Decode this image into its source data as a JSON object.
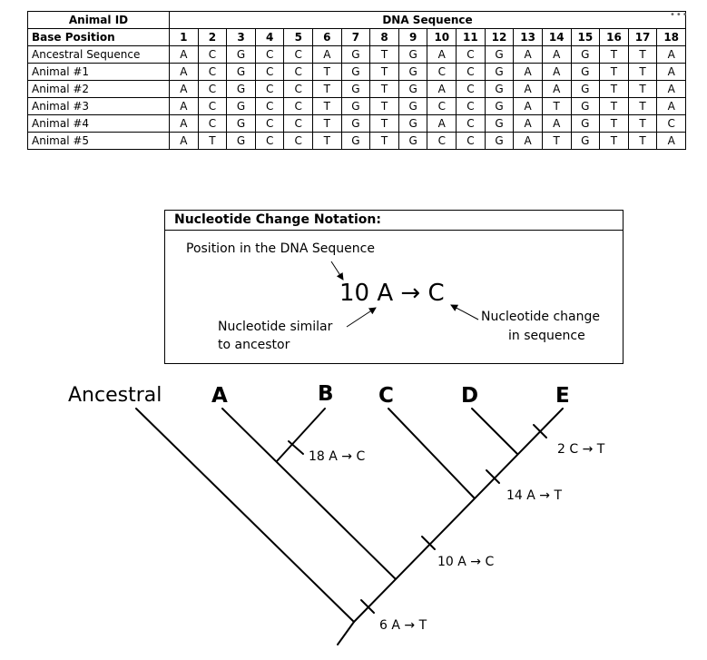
{
  "table": {
    "header": {
      "id_label": "Animal ID",
      "seq_label": "DNA Sequence"
    },
    "position_label": "Base Position",
    "positions": [
      "1",
      "2",
      "3",
      "4",
      "5",
      "6",
      "7",
      "8",
      "9",
      "10",
      "11",
      "12",
      "13",
      "14",
      "15",
      "16",
      "17",
      "18"
    ],
    "rows": [
      {
        "label": "Ancestral Sequence",
        "bases": [
          "A",
          "C",
          "G",
          "C",
          "C",
          "A",
          "G",
          "T",
          "G",
          "A",
          "C",
          "G",
          "A",
          "A",
          "G",
          "T",
          "T",
          "A"
        ]
      },
      {
        "label": "Animal #1",
        "bases": [
          "A",
          "C",
          "G",
          "C",
          "C",
          "T",
          "G",
          "T",
          "G",
          "C",
          "C",
          "G",
          "A",
          "A",
          "G",
          "T",
          "T",
          "A"
        ]
      },
      {
        "label": "Animal #2",
        "bases": [
          "A",
          "C",
          "G",
          "C",
          "C",
          "T",
          "G",
          "T",
          "G",
          "A",
          "C",
          "G",
          "A",
          "A",
          "G",
          "T",
          "T",
          "A"
        ]
      },
      {
        "label": "Animal #3",
        "bases": [
          "A",
          "C",
          "G",
          "C",
          "C",
          "T",
          "G",
          "T",
          "G",
          "C",
          "C",
          "G",
          "A",
          "T",
          "G",
          "T",
          "T",
          "A"
        ]
      },
      {
        "label": "Animal #4",
        "bases": [
          "A",
          "C",
          "G",
          "C",
          "C",
          "T",
          "G",
          "T",
          "G",
          "A",
          "C",
          "G",
          "A",
          "A",
          "G",
          "T",
          "T",
          "C"
        ]
      },
      {
        "label": "Animal #5",
        "bases": [
          "A",
          "T",
          "G",
          "C",
          "C",
          "T",
          "G",
          "T",
          "G",
          "C",
          "C",
          "G",
          "A",
          "T",
          "G",
          "T",
          "T",
          "A"
        ]
      }
    ],
    "overflow_glyph": "•••"
  },
  "notation": {
    "title": "Nucleotide Change Notation:",
    "position_caption": "Position in the DNA Sequence",
    "example": "10 A → C",
    "similar_caption_line1": "Nucleotide similar",
    "similar_caption_line2": "to ancestor",
    "change_caption_line1": "Nucleotide change",
    "change_caption_line2": "in sequence"
  },
  "tree": {
    "taxa": {
      "ancestral": "Ancestral",
      "a": "A",
      "b": "B",
      "c": "C",
      "d": "D",
      "e": "E"
    },
    "mutations": {
      "m18": "18 A → C",
      "m2": "2 C → T",
      "m14": "14 A → T",
      "m10": "10 A → C",
      "m6": "6 A → T"
    },
    "line_color": "#000000"
  }
}
